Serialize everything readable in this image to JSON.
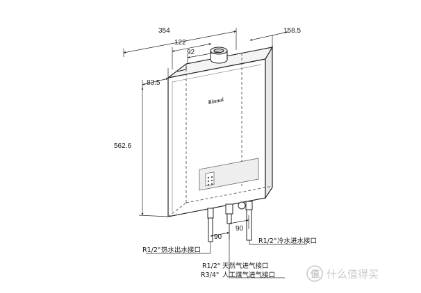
{
  "dimensions": {
    "total_width": "354",
    "depth": "158.5",
    "flue_span": "122",
    "flue_inner": "92",
    "top_offset": "83.5",
    "height": "562.6",
    "pipe_spacing_left": "90",
    "pipe_spacing_right": "90"
  },
  "brand": "Rinnai",
  "connections": {
    "hot_water_size": "R1/2\"",
    "hot_water_label": "热水出水接口",
    "cold_water_size": "R1/2\"",
    "cold_water_label": "冷水进水接口",
    "gas_natural_size": "R1/2\"",
    "gas_natural_label": "天然气进气接口",
    "gas_artificial_size": "R3/4\"",
    "gas_artificial_label": "人工煤气进气接口"
  },
  "watermark": {
    "icon": "smzdm-value-icon",
    "text": "什么值得买"
  },
  "colors": {
    "line": "#222222",
    "dash": "#555555",
    "panel": "#eeeeee",
    "watermark": "#c9c9c9"
  }
}
